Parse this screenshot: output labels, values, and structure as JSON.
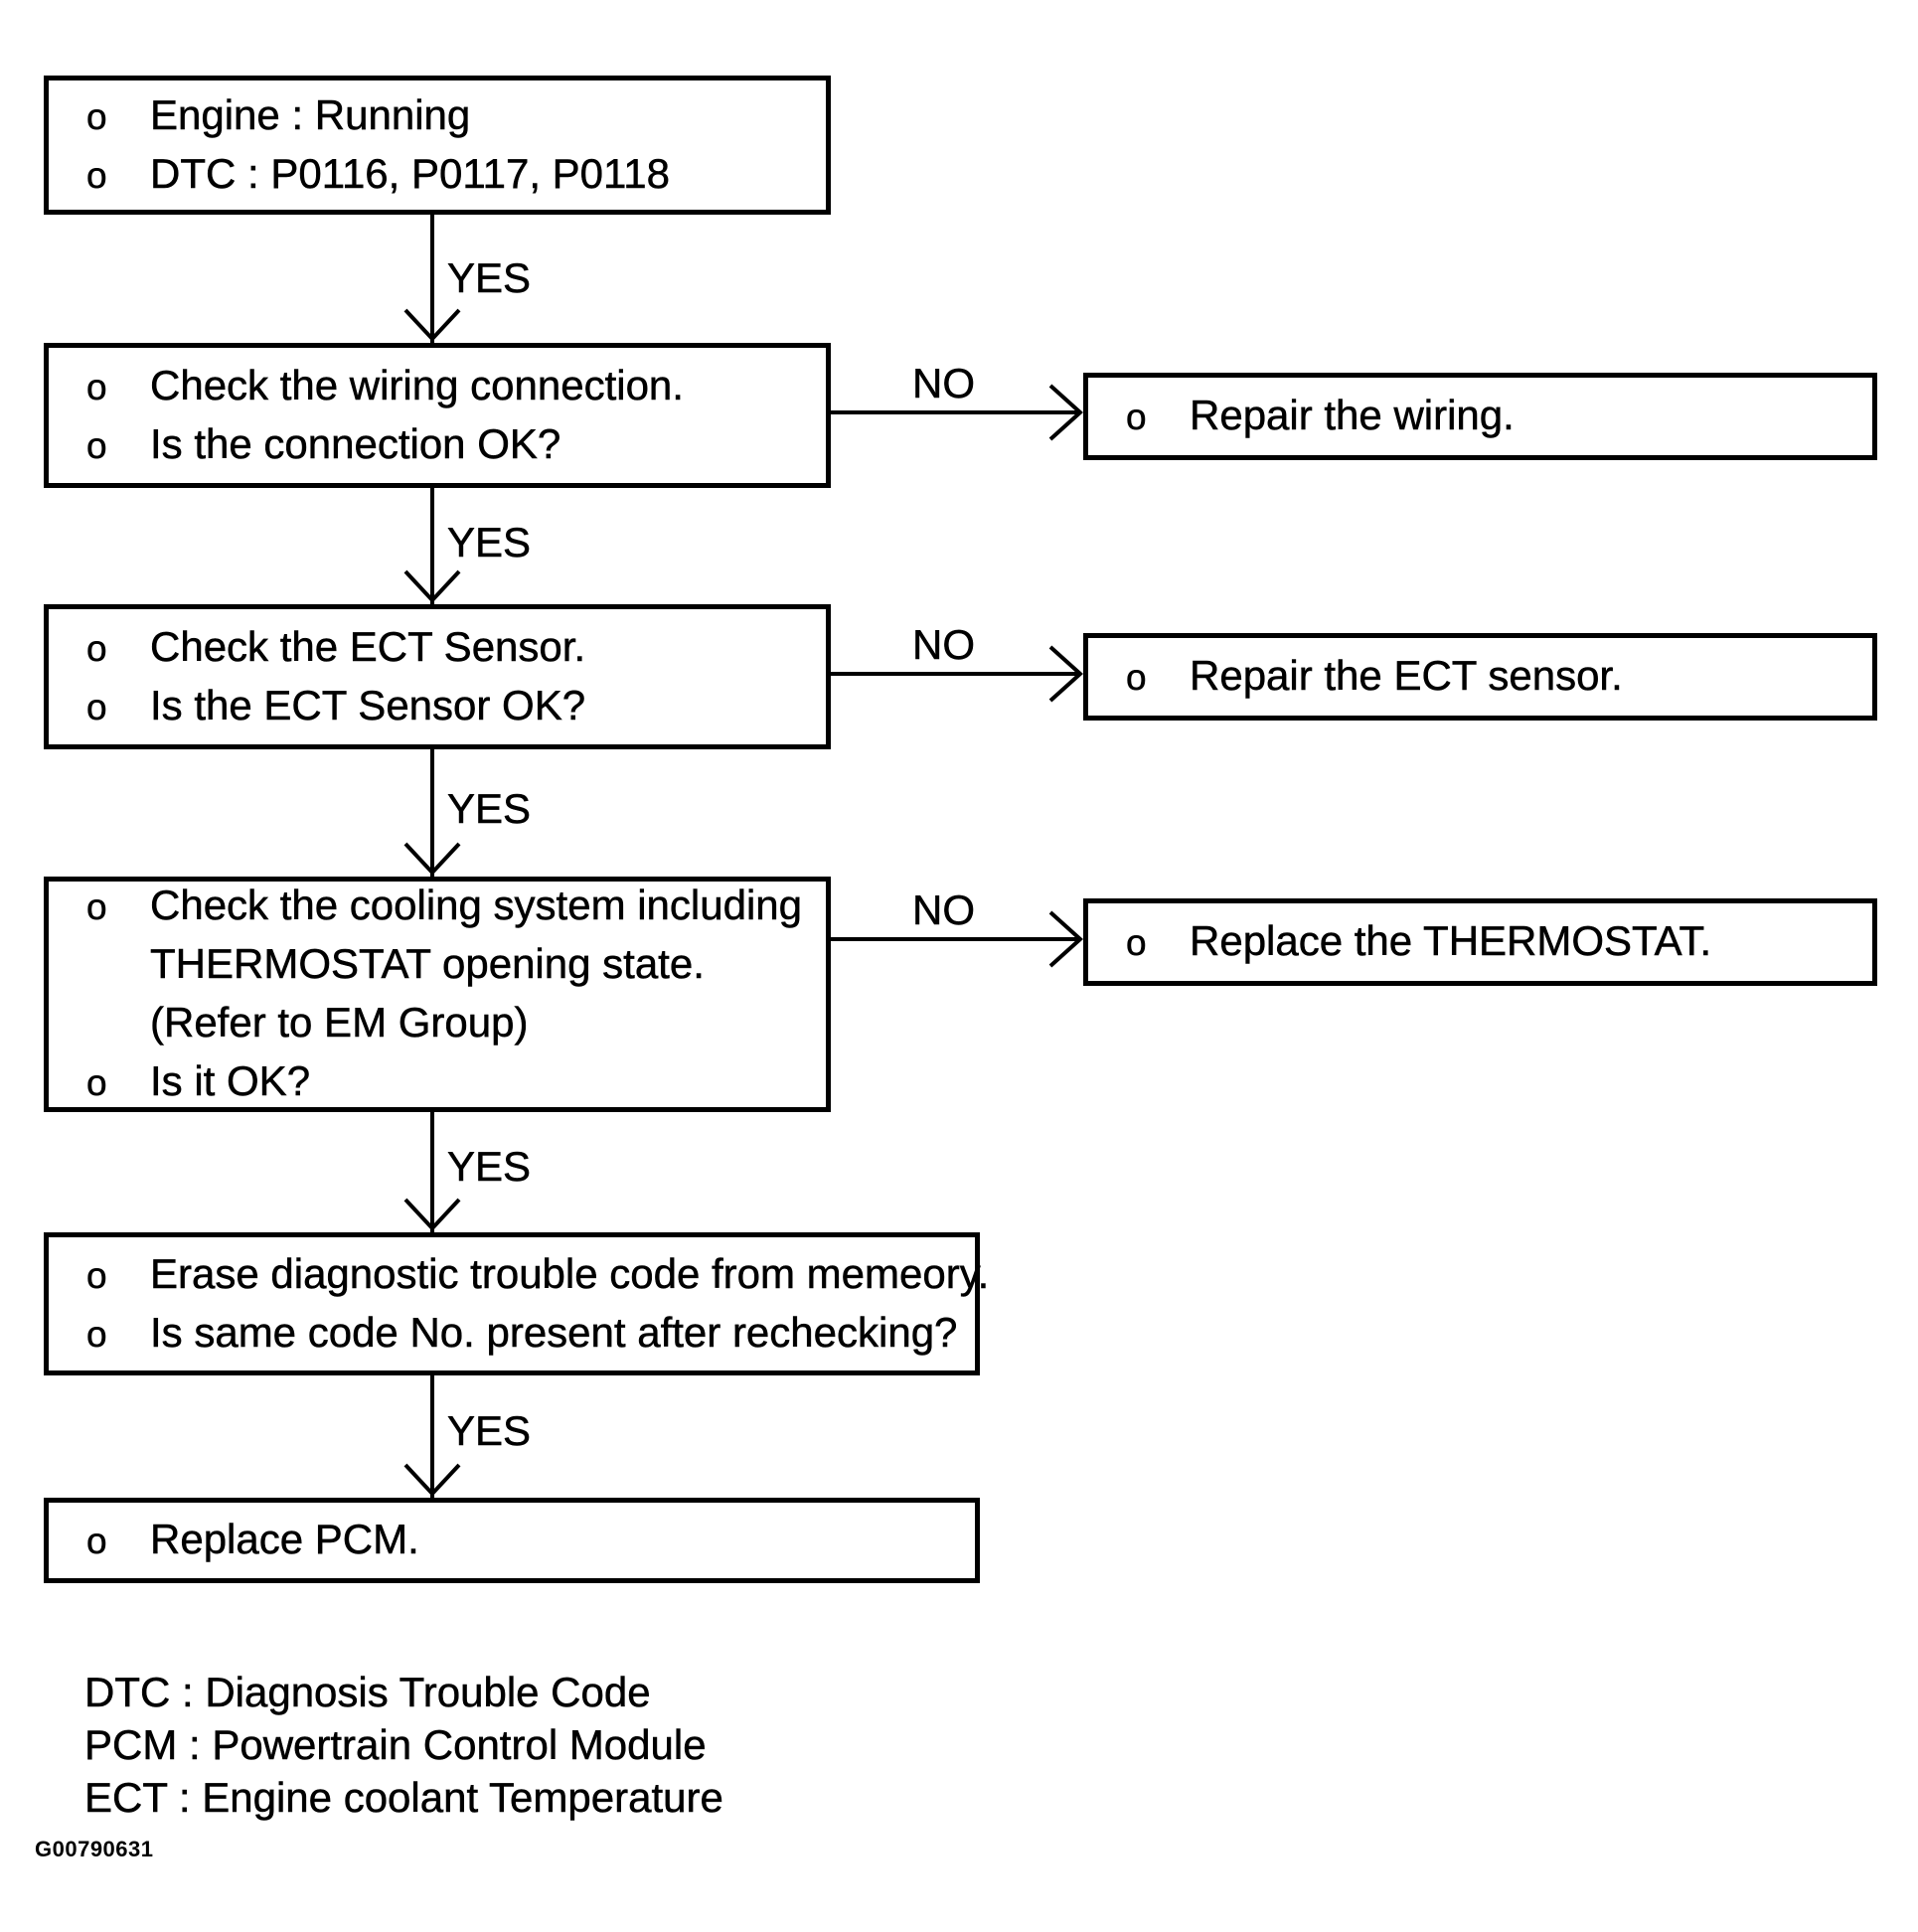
{
  "diagram": {
    "labels": {
      "yes": "YES",
      "no": "NO",
      "bullet": "o"
    },
    "steps": {
      "start": {
        "lines": [
          "Engine : Running",
          "DTC : P0116, P0117, P0118"
        ]
      },
      "check_wiring": {
        "lines": [
          "Check the wiring connection.",
          "Is the connection OK?"
        ]
      },
      "check_ect": {
        "lines": [
          "Check the ECT Sensor.",
          "Is the ECT Sensor OK?"
        ]
      },
      "check_cooling": {
        "lines": [
          "Check the cooling system including",
          "THERMOSTAT opening state.",
          "(Refer to EM Group)",
          "Is it OK?"
        ]
      },
      "erase_dtc": {
        "lines": [
          "Erase diagnostic trouble code from memeory.",
          "Is same code No. present after rechecking?"
        ]
      },
      "replace_pcm": {
        "lines": [
          "Replace PCM."
        ]
      },
      "repair_wiring": {
        "lines": [
          "Repair the wiring."
        ]
      },
      "repair_ect": {
        "lines": [
          "Repair the ECT sensor."
        ]
      },
      "replace_thermostat": {
        "lines": [
          "Replace the THERMOSTAT."
        ]
      }
    },
    "legend": [
      "DTC : Diagnosis Trouble Code",
      "PCM : Powertrain Control Module",
      "ECT : Engine coolant Temperature"
    ],
    "figure_code": "G00790631",
    "colors": {
      "ink": "#000000",
      "background": "#ffffff"
    }
  }
}
